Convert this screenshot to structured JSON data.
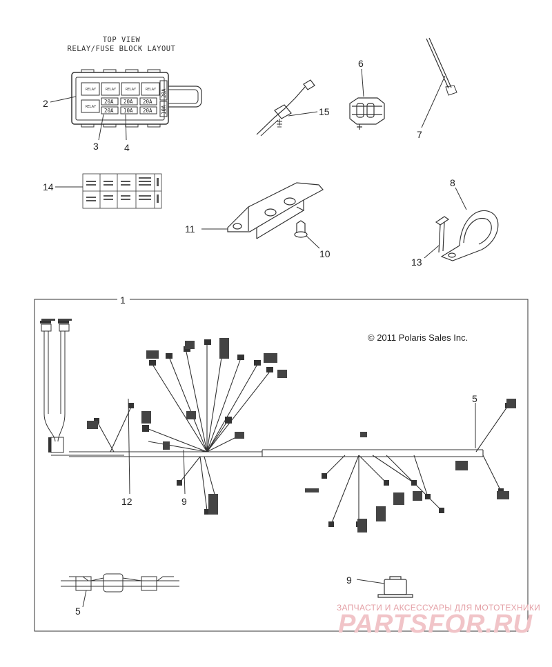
{
  "header": {
    "title_line1": "TOP VIEW",
    "title_line2": "RELAY/FUSE BLOCK LAYOUT"
  },
  "copyright": "© 2011 Polaris Sales Inc.",
  "watermark": {
    "top": "ЗАПЧАСТИ И АКСЕССУАРЫ ДЛЯ МОТОТЕХНИКИ",
    "brand": "PARTSFOR.RU"
  },
  "fuse_block": {
    "relay_label": "RELAY",
    "fuses": [
      "20A",
      "20A",
      "20A",
      "20A",
      "10A",
      "20A"
    ],
    "side_fuses": [
      "20A",
      "10A"
    ]
  },
  "callouts": {
    "c1": "1",
    "c2": "2",
    "c3": "3",
    "c4": "4",
    "c5a": "5",
    "c5b": "5",
    "c6": "6",
    "c7": "7",
    "c8": "8",
    "c9a": "9",
    "c9b": "9",
    "c10": "10",
    "c11": "11",
    "c12": "12",
    "c13": "13",
    "c14": "14",
    "c15": "15"
  }
}
